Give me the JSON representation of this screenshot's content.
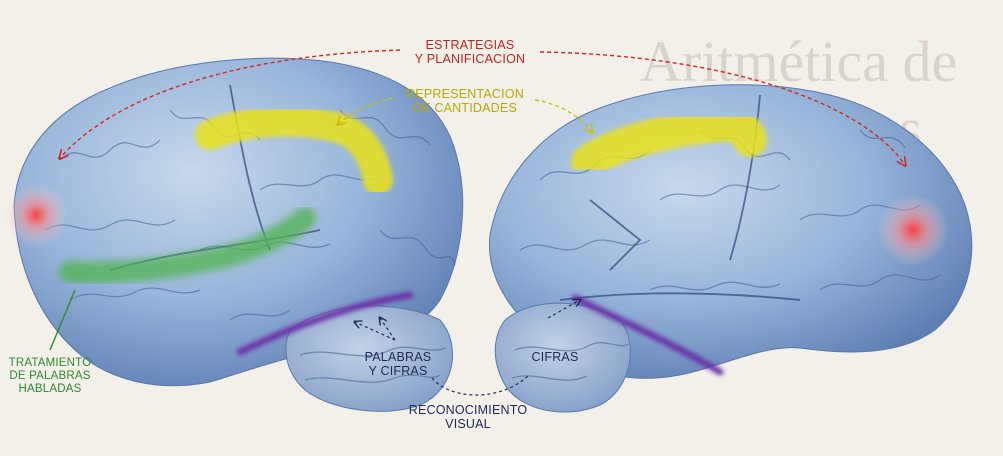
{
  "labels": {
    "strategy": [
      "ESTRATEGIAS",
      "Y PLANIFICACION"
    ],
    "quantities": [
      "REPRESENTACION",
      "DE CANTIDADES"
    ],
    "spoken_words": [
      "TRATAMIENTO",
      "DE PALABRAS",
      "HABLADAS"
    ],
    "words_digits": [
      "PALABRAS",
      "Y CIFRAS"
    ],
    "digits": "CIFRAS",
    "visual_recognition": [
      "RECONOCIMIENTO",
      "VISUAL"
    ]
  },
  "colors": {
    "strategy": "#d3261f",
    "quantities": "#e2d81a",
    "spoken_words": "#4aa64a",
    "visual_recognition": "#6a2fa8",
    "brain": "#8fb0d8",
    "pointer": "#1f2a56"
  }
}
